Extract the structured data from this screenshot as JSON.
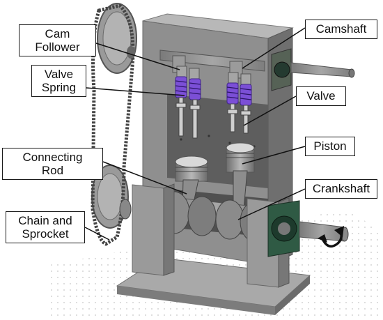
{
  "labels": {
    "cam_follower": [
      "Cam",
      "Follower"
    ],
    "valve_spring": [
      "Valve",
      "Spring"
    ],
    "connecting_rod": [
      "Connecting",
      "Rod"
    ],
    "chain_sprocket": [
      "Chain and",
      "Sprocket"
    ],
    "camshaft": "Camshaft",
    "valve": "Valve",
    "piston": "Piston",
    "crankshaft": "Crankshaft"
  },
  "colors": {
    "frame": "#8c8c8c",
    "frame_dark": "#6a6a6a",
    "frame_light": "#b4b4b4",
    "spring": "#7b4fd6",
    "bearing": "#1f4f3a",
    "arrow": "#111111"
  }
}
